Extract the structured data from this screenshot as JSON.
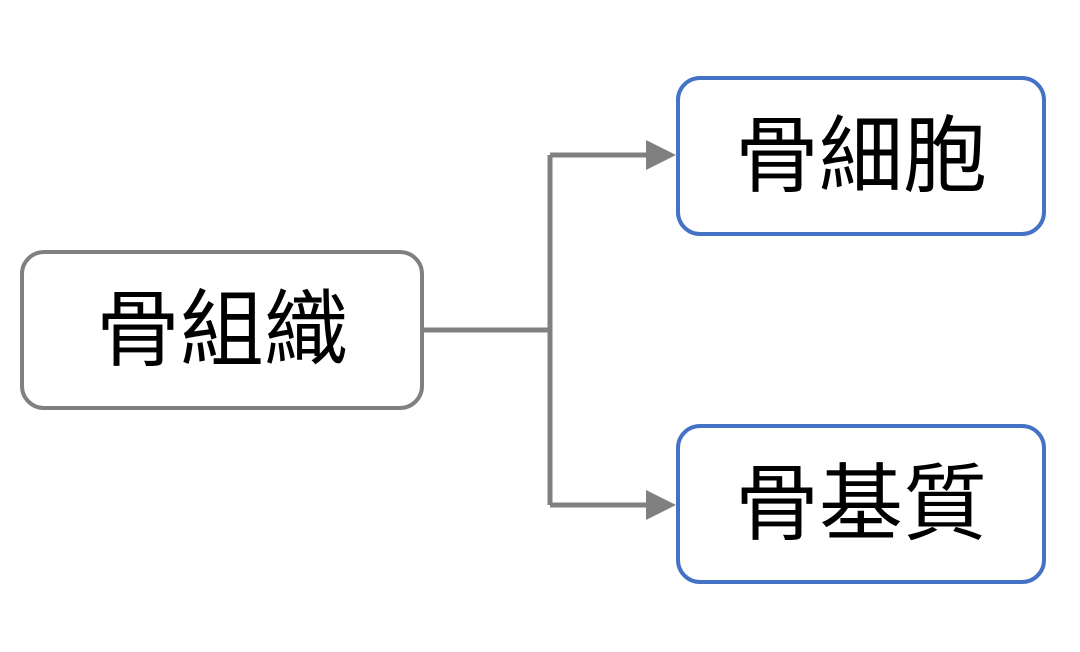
{
  "diagram": {
    "root": {
      "label": "骨組織",
      "border_color": "#808080"
    },
    "children": [
      {
        "label": "骨細胞",
        "border_color": "#4472c4"
      },
      {
        "label": "骨基質",
        "border_color": "#4472c4"
      }
    ],
    "connector_color": "#808080"
  }
}
